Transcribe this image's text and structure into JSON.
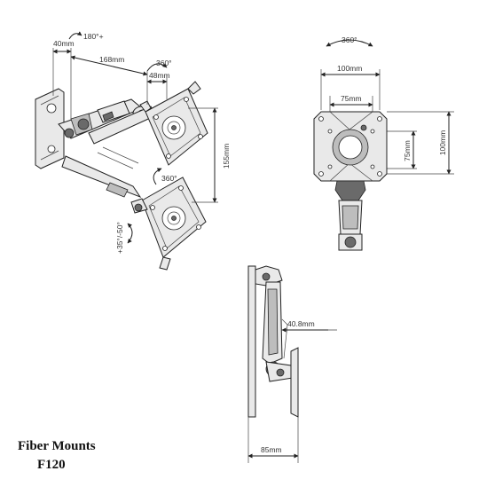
{
  "dimensions": {
    "rotate_180": "180°+",
    "width_40": "40mm",
    "length_168": "168mm",
    "rotate_360_top": "360°",
    "width_48": "48mm",
    "height_155": "155mm",
    "rotate_360_arm": "360°",
    "tilt": "+35°/-50°",
    "front_rotate": "360°",
    "vesa_100_w": "100mm",
    "vesa_75_w": "75mm",
    "vesa_75_h": "75mm",
    "vesa_100_h": "100mm",
    "depth_40_8": "40.8mm",
    "side_85": "85mm"
  },
  "brand": {
    "name": "Fiber Mounts",
    "model": "F120"
  }
}
